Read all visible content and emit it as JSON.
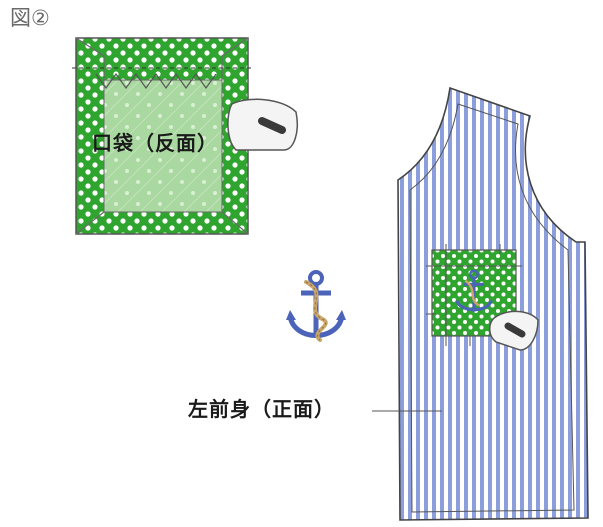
{
  "figure_label": "図②",
  "labels": {
    "pocket": "口袋（反面）",
    "front_body": "左前身（正面）"
  },
  "icons": [
    "iron-icon",
    "anchor-icon"
  ],
  "colors": {
    "polka_green": "#2fa52f",
    "pocket_inner": "#a9d8a0",
    "stripe_blue": "#8c9fdc",
    "outline": "#555555"
  }
}
